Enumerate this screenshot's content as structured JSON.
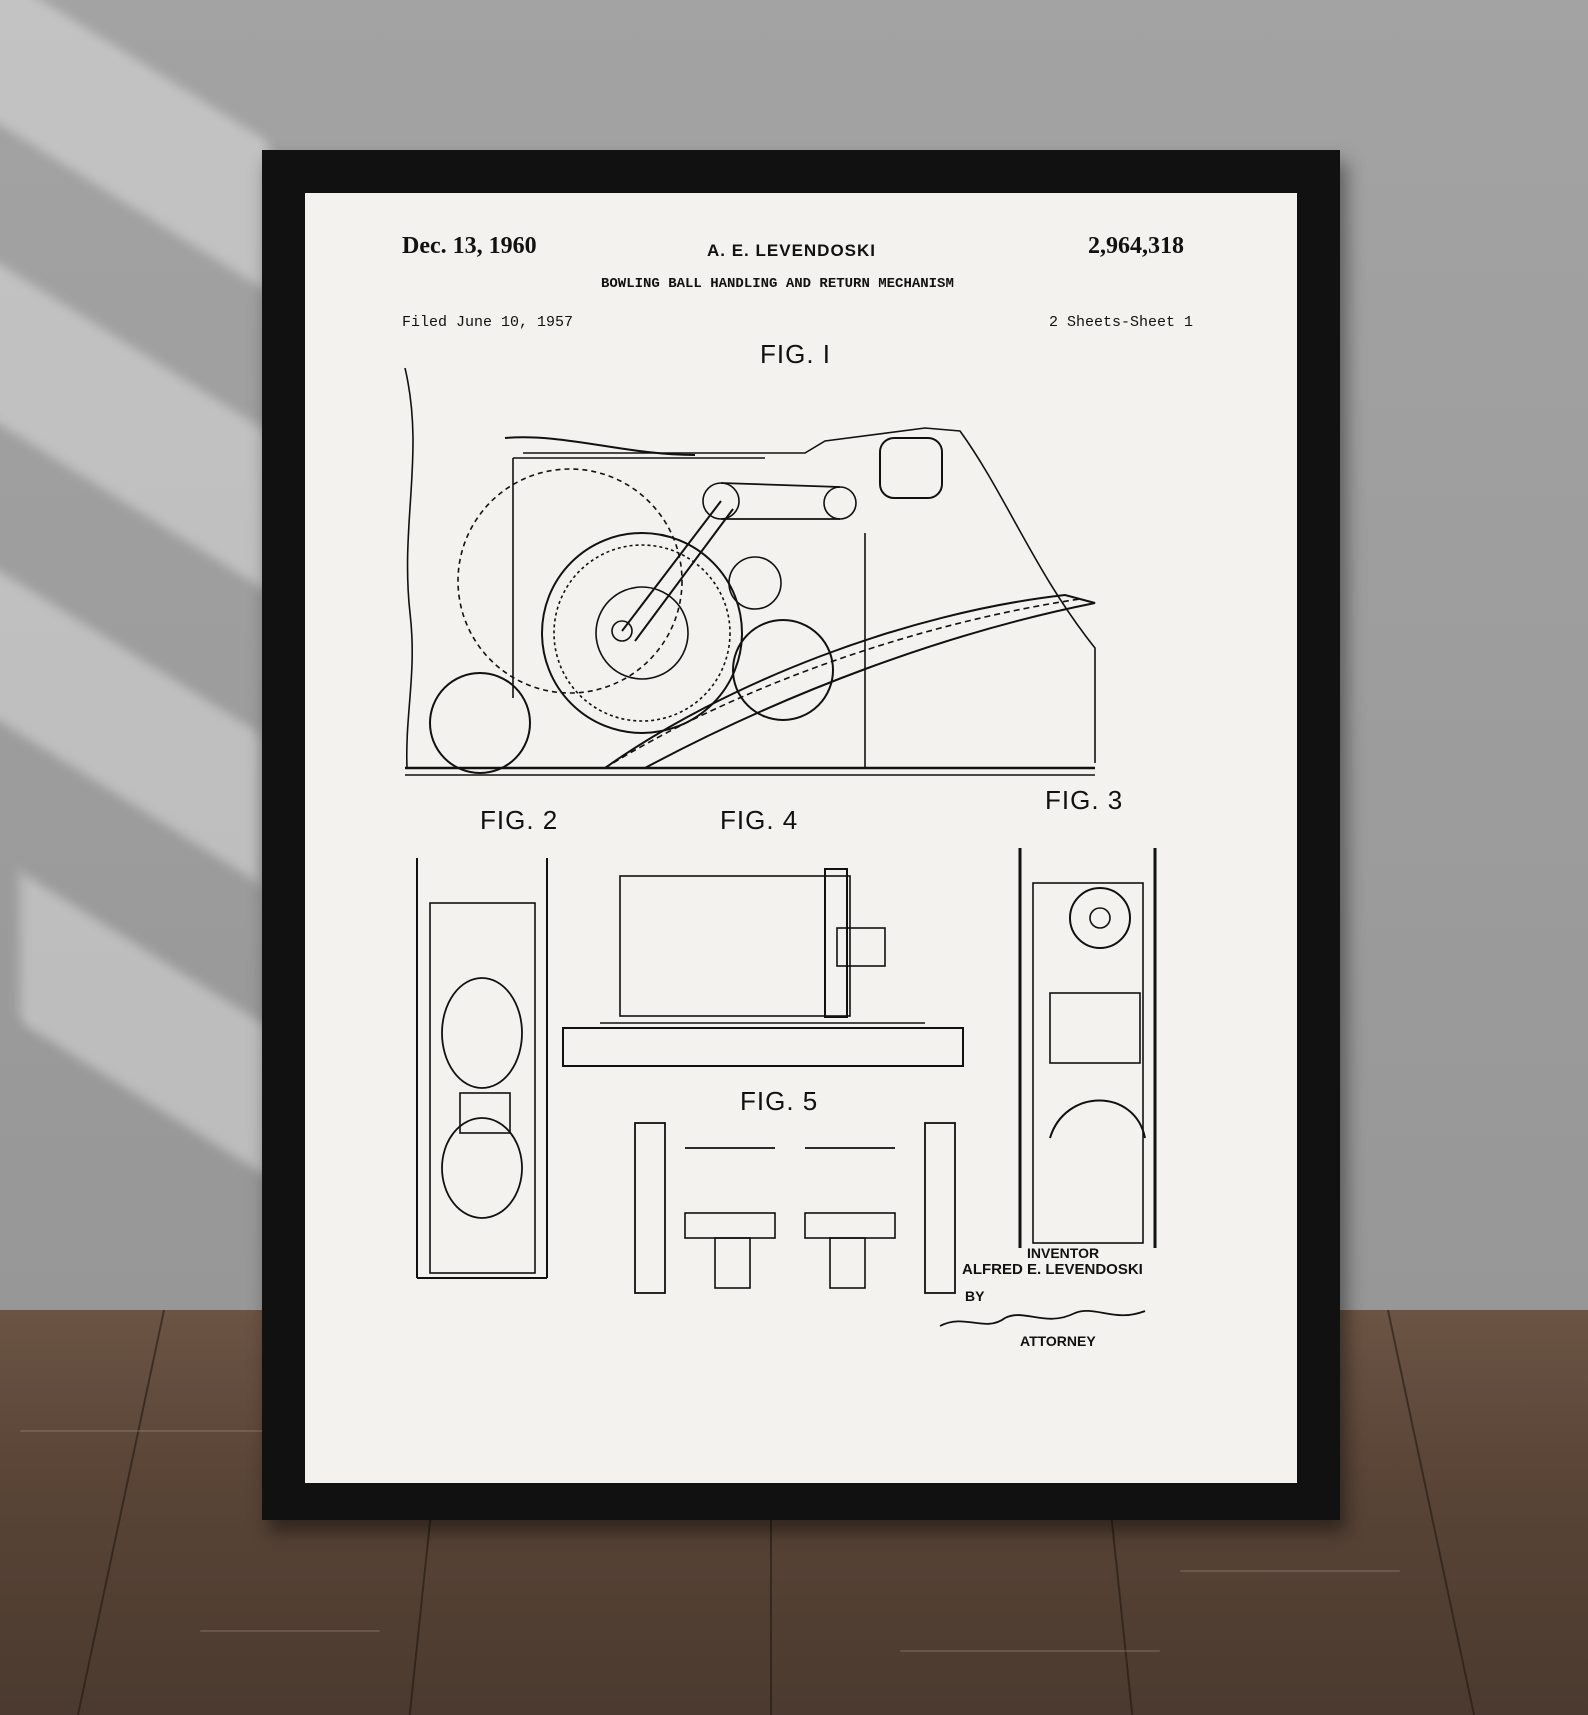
{
  "patent": {
    "date": "Dec. 13, 1960",
    "inventor_header": "A. E. LEVENDOSKI",
    "number": "2,964,318",
    "title": "BOWLING BALL HANDLING AND RETURN MECHANISM",
    "filed": "Filed June 10, 1957",
    "sheets": "2 Sheets-Sheet 1"
  },
  "figures": {
    "fig1": "FIG. I",
    "fig2": "FIG. 2",
    "fig3": "FIG. 3",
    "fig4": "FIG. 4",
    "fig5": "FIG. 5"
  },
  "signature_block": {
    "inventor_label": "INVENTOR",
    "inventor_name": "ALFRED E. LEVENDOSKI",
    "by": "BY",
    "signature": "Wentworth B. Clapham",
    "attorney_label": "ATTORNEY"
  },
  "colors": {
    "wall": "#9c9c9c",
    "frame": "#111111",
    "paper": "#f3f2ee",
    "ink": "#111111",
    "floor": "#5a4537"
  }
}
